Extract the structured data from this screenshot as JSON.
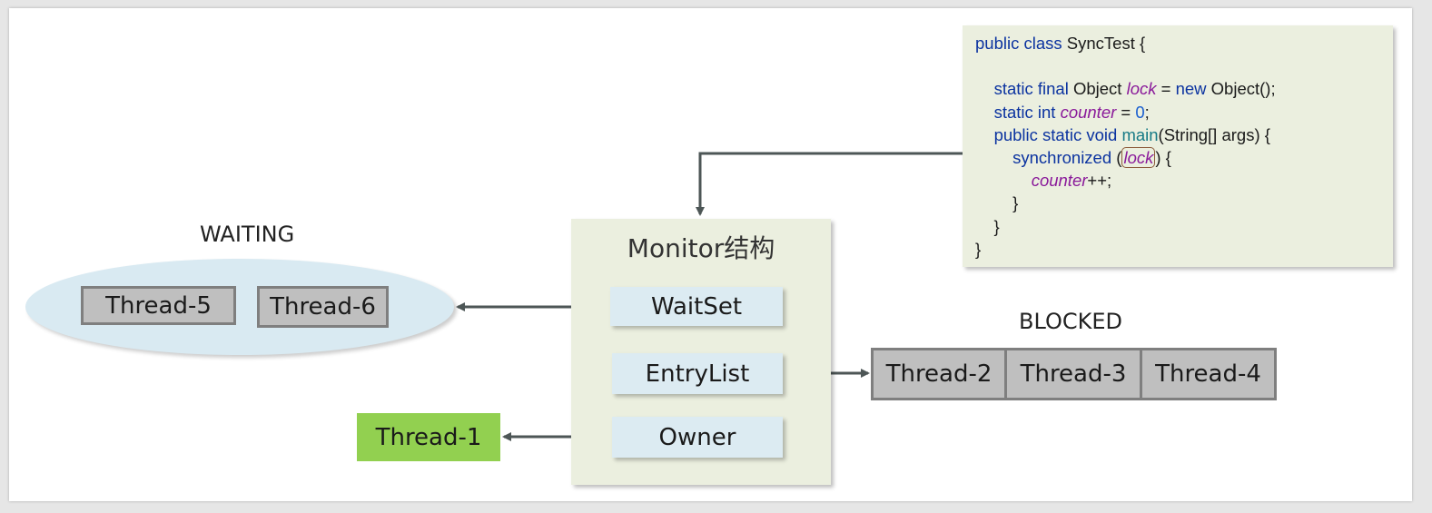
{
  "code": {
    "lines": [
      [
        {
          "t": "public class",
          "c": "kw"
        },
        {
          "t": " SyncTest {"
        }
      ],
      [],
      [
        {
          "t": "    "
        },
        {
          "t": "static final",
          "c": "kw"
        },
        {
          "t": " Object "
        },
        {
          "t": "lock",
          "c": "var"
        },
        {
          "t": " = "
        },
        {
          "t": "new",
          "c": "kw"
        },
        {
          "t": " Object();"
        }
      ],
      [
        {
          "t": "    "
        },
        {
          "t": "static int",
          "c": "kw"
        },
        {
          "t": " "
        },
        {
          "t": "counter",
          "c": "var"
        },
        {
          "t": " = "
        },
        {
          "t": "0",
          "c": "num"
        },
        {
          "t": ";"
        }
      ],
      [
        {
          "t": "    "
        },
        {
          "t": "public static void",
          "c": "kw"
        },
        {
          "t": " "
        },
        {
          "t": "main",
          "c": "fn"
        },
        {
          "t": "(String[] args) {"
        }
      ],
      [
        {
          "t": "        "
        },
        {
          "t": "synchronized",
          "c": "kw"
        },
        {
          "t": " ("
        },
        {
          "t": "lock",
          "c": "var",
          "box": true
        },
        {
          "t": ") {"
        }
      ],
      [
        {
          "t": "            "
        },
        {
          "t": "counter",
          "c": "var"
        },
        {
          "t": "++;"
        }
      ],
      [
        {
          "t": "        }"
        }
      ],
      [
        {
          "t": "    }"
        }
      ],
      [
        {
          "t": "}"
        }
      ]
    ]
  },
  "monitor": {
    "title": "Monitor结构",
    "wait_set": "WaitSet",
    "entry_list": "EntryList",
    "owner": "Owner"
  },
  "waiting": {
    "label": "WAITING",
    "threads": [
      "Thread-5",
      "Thread-6"
    ]
  },
  "blocked": {
    "label": "BLOCKED",
    "threads": [
      "Thread-2",
      "Thread-3",
      "Thread-4"
    ]
  },
  "owner_thread": "Thread-1",
  "colors": {
    "monitor_bg": "#ebefdf",
    "slot_bg": "#dcebf2",
    "waiting_ellipse": "#d9eaf2",
    "blocked_thread": "#bfbfbf",
    "owner_thread": "#92d050",
    "arrow": "#4d5656"
  }
}
